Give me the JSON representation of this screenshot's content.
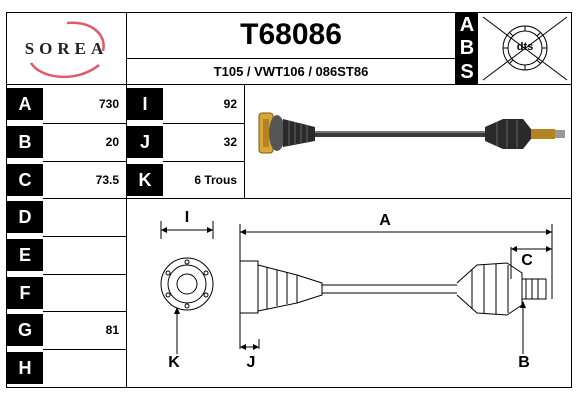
{
  "header": {
    "brand": "SOREA",
    "part_number": "T68086",
    "references": "T105 / VWT106 / 086ST86",
    "abs_letters": [
      "A",
      "B",
      "S"
    ],
    "stamp_text": "dts"
  },
  "specs": [
    {
      "label": "A",
      "value": "730"
    },
    {
      "label": "B",
      "value": "20"
    },
    {
      "label": "C",
      "value": "73.5"
    },
    {
      "label": "D",
      "value": ""
    },
    {
      "label": "E",
      "value": ""
    },
    {
      "label": "F",
      "value": ""
    },
    {
      "label": "G",
      "value": "81"
    },
    {
      "label": "H",
      "value": ""
    }
  ],
  "specs_right": [
    {
      "label": "I",
      "value": "92"
    },
    {
      "label": "J",
      "value": "32"
    },
    {
      "label": "K",
      "value": "6 Trous"
    }
  ],
  "diagram_labels": {
    "I": "I",
    "A": "A",
    "C": "C",
    "K": "K",
    "J": "J",
    "B": "B"
  },
  "colors": {
    "label_bg": "#000000",
    "label_fg": "#ffffff",
    "shaft": "#3a3a3a",
    "flange": "#d8a63a"
  }
}
